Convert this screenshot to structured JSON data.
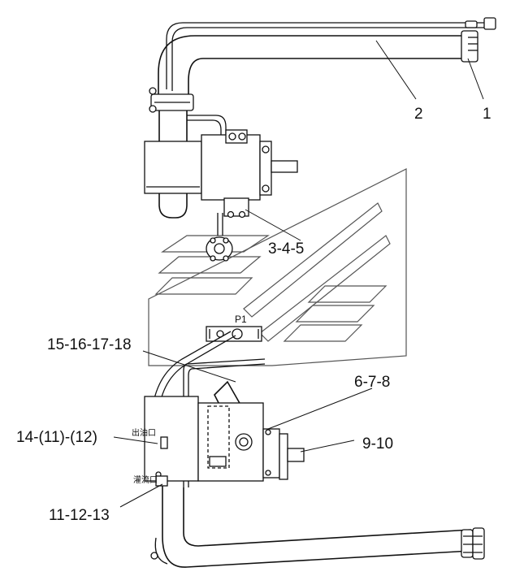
{
  "callouts": {
    "c1": "1",
    "c2": "2",
    "c3": "3-4-5",
    "c6": "6-7-8",
    "c9": "9-10",
    "c11": "11-12-13",
    "c14": "14-(11)-(12)",
    "c15": "15-16-17-18"
  },
  "port_labels": {
    "p1": "P1",
    "outlet": "出油口",
    "fill": "灌流口"
  }
}
